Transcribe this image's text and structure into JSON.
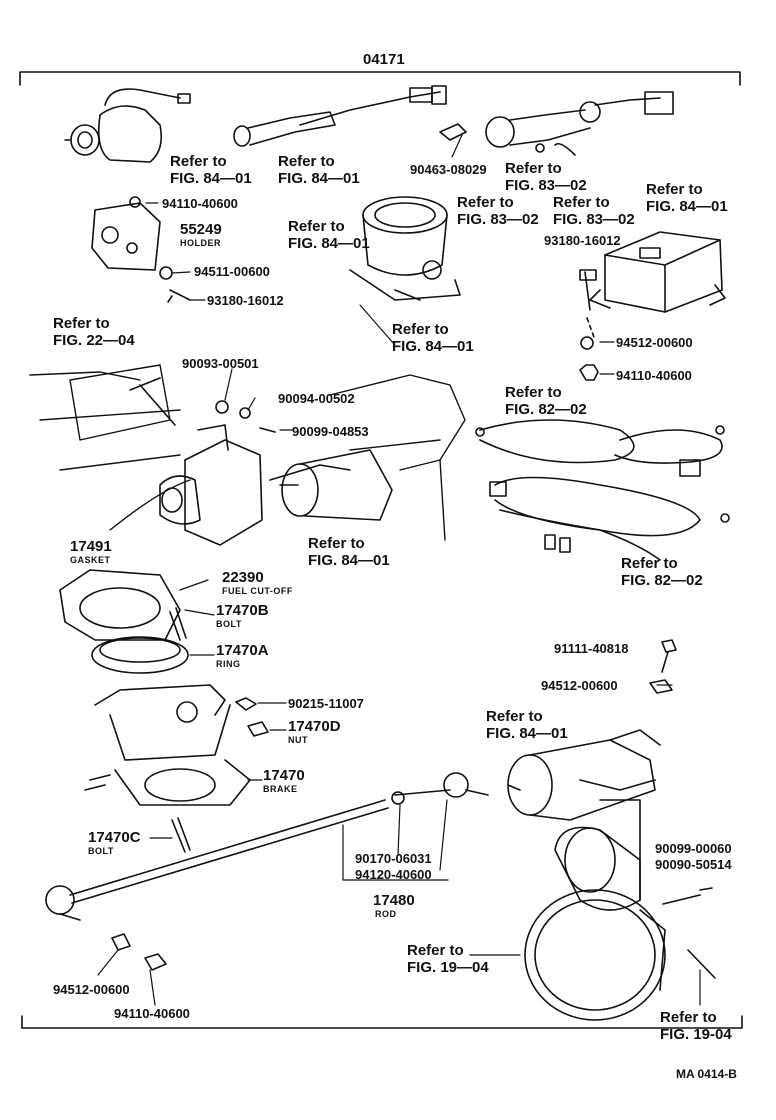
{
  "top_group": "04171",
  "footer": "MA  0414-B",
  "refs": {
    "r1": [
      "Refer to",
      "FIG. 84—01"
    ],
    "r2": [
      "Refer to",
      "FIG. 84—01"
    ],
    "r3": [
      "Refer to",
      "FIG. 83—02"
    ],
    "r4": [
      "Refer to",
      "FIG. 83—02"
    ],
    "r5": [
      "Refer to",
      "FIG. 83—02"
    ],
    "r6": [
      "Refer to",
      "FIG. 84—01"
    ],
    "r7": [
      "Refer to",
      "FIG. 84—01"
    ],
    "r8": [
      "Refer to",
      "FIG. 22—04"
    ],
    "r9": [
      "Refer to",
      "FIG. 84—01"
    ],
    "r10": [
      "Refer to",
      "FIG. 82—02"
    ],
    "r11": [
      "Refer to",
      "FIG. 84—01"
    ],
    "r12": [
      "Refer to",
      "FIG. 82—02"
    ],
    "r13": [
      "Refer to",
      "FIG. 84—01"
    ],
    "r14": [
      "Refer to",
      "FIG. 19—04"
    ],
    "r15": [
      "Refer to",
      "FIG. 19-04"
    ]
  },
  "parts": {
    "p90463": "90463-08029",
    "p94110a": "94110-40600",
    "p55249": "55249",
    "p55249_name": "HOLDER",
    "p94511": "94511-00600",
    "p93180a": "93180-16012",
    "p93180b": "93180-16012",
    "p94512a": "94512-00600",
    "p94110b": "94110-40600",
    "p90093": "90093-00501",
    "p90094": "90094-00502",
    "p90099a": "90099-04853",
    "p17491": "17491",
    "p17491_name": "GASKET",
    "p22390": "22390",
    "p22390_name": "FUEL CUT-OFF",
    "p17470b": "17470B",
    "p17470b_name": "BOLT",
    "p17470a": "17470A",
    "p17470a_name": "RING",
    "p90215": "90215-11007",
    "p17470d": "17470D",
    "p17470d_name": "NUT",
    "p17470": "17470",
    "p17470_name": "BRAKE",
    "p17470c": "17470C",
    "p17470c_name": "BOLT",
    "p91111": "91111-40818",
    "p94512b": "94512-00600",
    "p90170": "90170-06031",
    "p94120": "94120-40600",
    "p17480": "17480",
    "p17480_name": "ROD",
    "p90099b": "90099-00060",
    "p90090": "90090-50514",
    "p94512c": "94512-00600",
    "p94110c": "94110-40600"
  }
}
